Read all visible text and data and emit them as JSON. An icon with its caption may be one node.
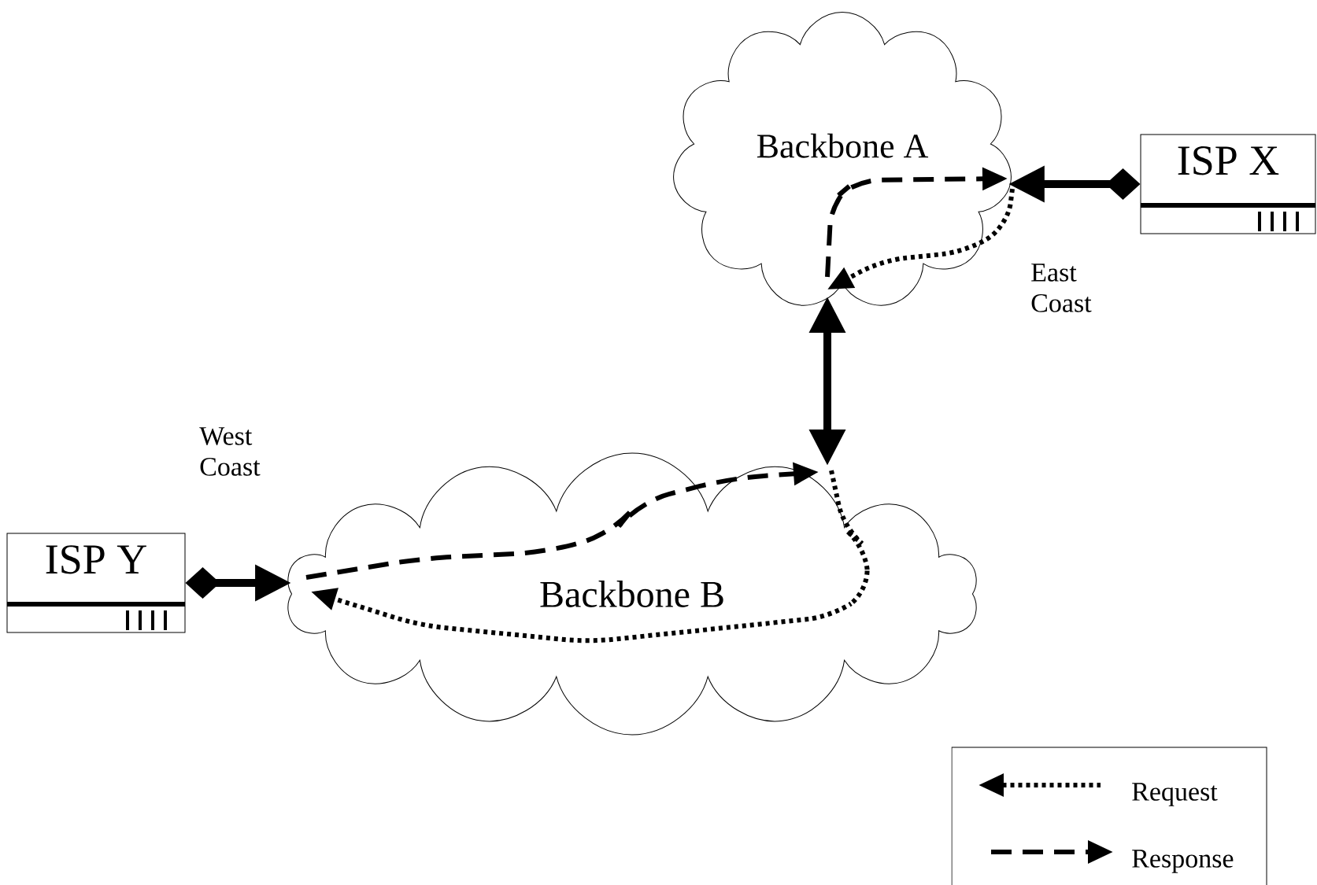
{
  "diagram": {
    "nodes": [
      {
        "text": [
          "Backbone A"
        ]
      },
      {
        "text": [
          "ISP X"
        ]
      },
      {
        "text": [
          "Backbone B"
        ]
      },
      {
        "text": [
          "ISP Y"
        ]
      }
    ],
    "edges": [
      {
        "from": 1,
        "to": 0,
        "arrow": "to"
      },
      {
        "from": 0,
        "to": 2,
        "arrow": "both"
      },
      {
        "from": 3,
        "to": 2,
        "arrow": "to"
      }
    ],
    "labels": [
      "East Coast",
      "West Coast"
    ],
    "legend": [
      {
        "text": "Request"
      },
      {
        "text": "Response"
      }
    ]
  }
}
